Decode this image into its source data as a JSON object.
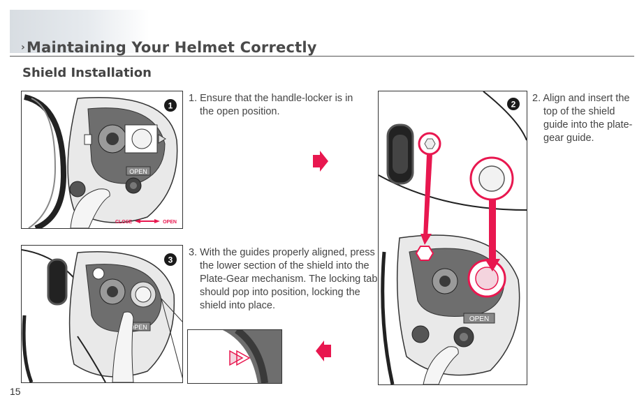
{
  "header": {
    "title": "Maintaining Your Helmet Correctly",
    "marker": "›"
  },
  "section_title": "Shield Installation",
  "steps": [
    {
      "number": "1",
      "text": "1. Ensure that the handle-locker is in the open position."
    },
    {
      "number": "2",
      "text": "2. Align and insert the top of the shield guide into the plate-gear guide."
    },
    {
      "number": "3",
      "text": "3. With the guides properly aligned, press the lower section of the shield into the Plate-Gear mechanism. The locking tab should pop into position, locking the shield into place."
    }
  ],
  "figure1": {
    "close_label": "CLOSE",
    "open_label": "OPEN",
    "open_stamp": "OPEN"
  },
  "figure2": {
    "open_stamp": "OPEN"
  },
  "figure3": {
    "open_stamp": "OPEN"
  },
  "page_number": "15",
  "colors": {
    "accent": "#e8174f",
    "text": "#444444"
  }
}
